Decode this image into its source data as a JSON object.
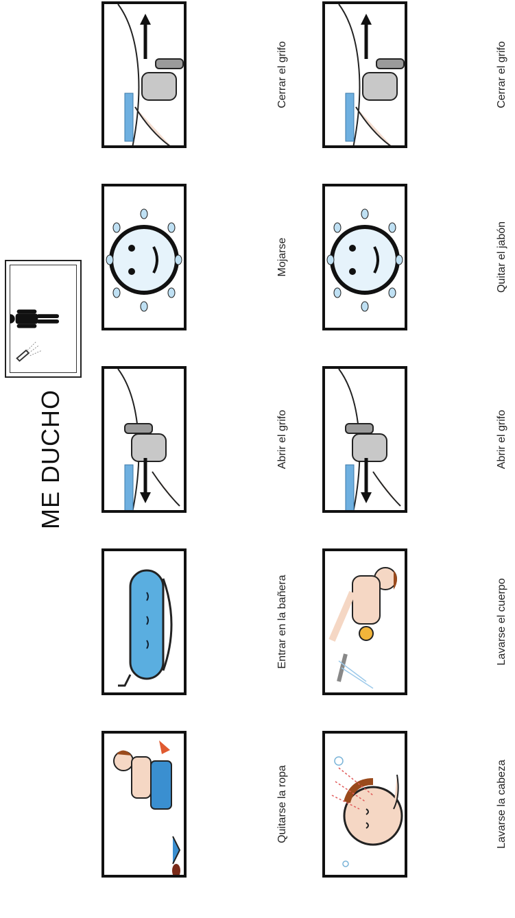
{
  "title": "ME DUCHO",
  "header_icon": "person-shower-icon",
  "column_left": [
    {
      "label": "Cerrar el grifo",
      "icon": "turn-off-tap-icon"
    },
    {
      "label": "Mojarse",
      "icon": "wet-face-icon"
    },
    {
      "label": "Abrir el grifo",
      "icon": "turn-on-tap-icon"
    },
    {
      "label": "Entrar en la bañera",
      "icon": "bathtub-icon"
    },
    {
      "label": "Quitarse la ropa",
      "icon": "undressing-icon"
    }
  ],
  "column_right": [
    {
      "label": "Cerrar el grifo",
      "icon": "turn-off-tap-icon"
    },
    {
      "label": "Quitar el jabón",
      "icon": "rinse-face-icon"
    },
    {
      "label": "Abrir el grifo",
      "icon": "turn-on-tap-icon"
    },
    {
      "label": "Lavarse el cuerpo",
      "icon": "wash-body-icon"
    },
    {
      "label": "Lavarse la cabeza",
      "icon": "wash-hair-icon"
    }
  ],
  "colors": {
    "border": "#111111",
    "water": "#5aaee0",
    "skin": "#f5d7c4",
    "hair": "#9a4a1c"
  }
}
